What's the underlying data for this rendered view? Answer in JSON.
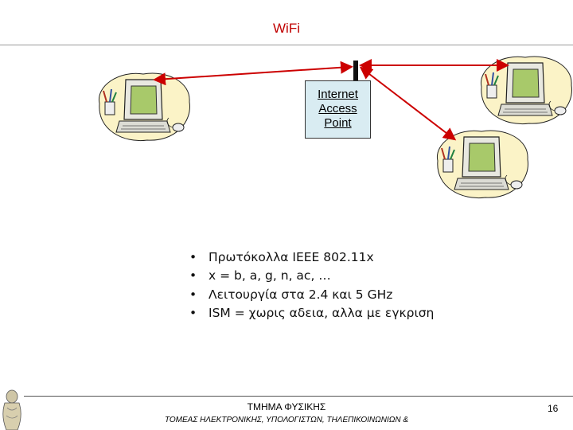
{
  "slide": {
    "title": "WiFi",
    "access_point": {
      "line1": "Internet",
      "line2": "Access",
      "line3": "Point"
    },
    "bullets": [
      "Πρωτόκολλα IEEE 802.11x",
      "x = b, a, g, n, ac, …",
      "Λειτουργία στα 2.4 και 5 GHz",
      "ISM = χωρις αδεια, αλλα με εγκριση"
    ],
    "bullet_symbol": "•",
    "footer": {
      "department": "ΤΜΗΜΑ ΦΥΣΙΚΗΣ",
      "subtitle": "ΤΟΜΕΑΣ ΗΛΕΚΤΡΟΝΙΚΗΣ, ΥΠΟΛΟΓΙΣΤΩΝ, ΤΗΛΕΠΙΚΟΙΝΩΝΙΩΝ &",
      "page_number": "16"
    },
    "colors": {
      "title": "#c00000",
      "arrow": "#cc0000",
      "ap_fill": "#d9ecf2",
      "blob": "#fbf3c7",
      "monitor_screen": "#a8c96a"
    },
    "icons": [
      "computer-clipart-icon",
      "university-logo-icon"
    ]
  }
}
